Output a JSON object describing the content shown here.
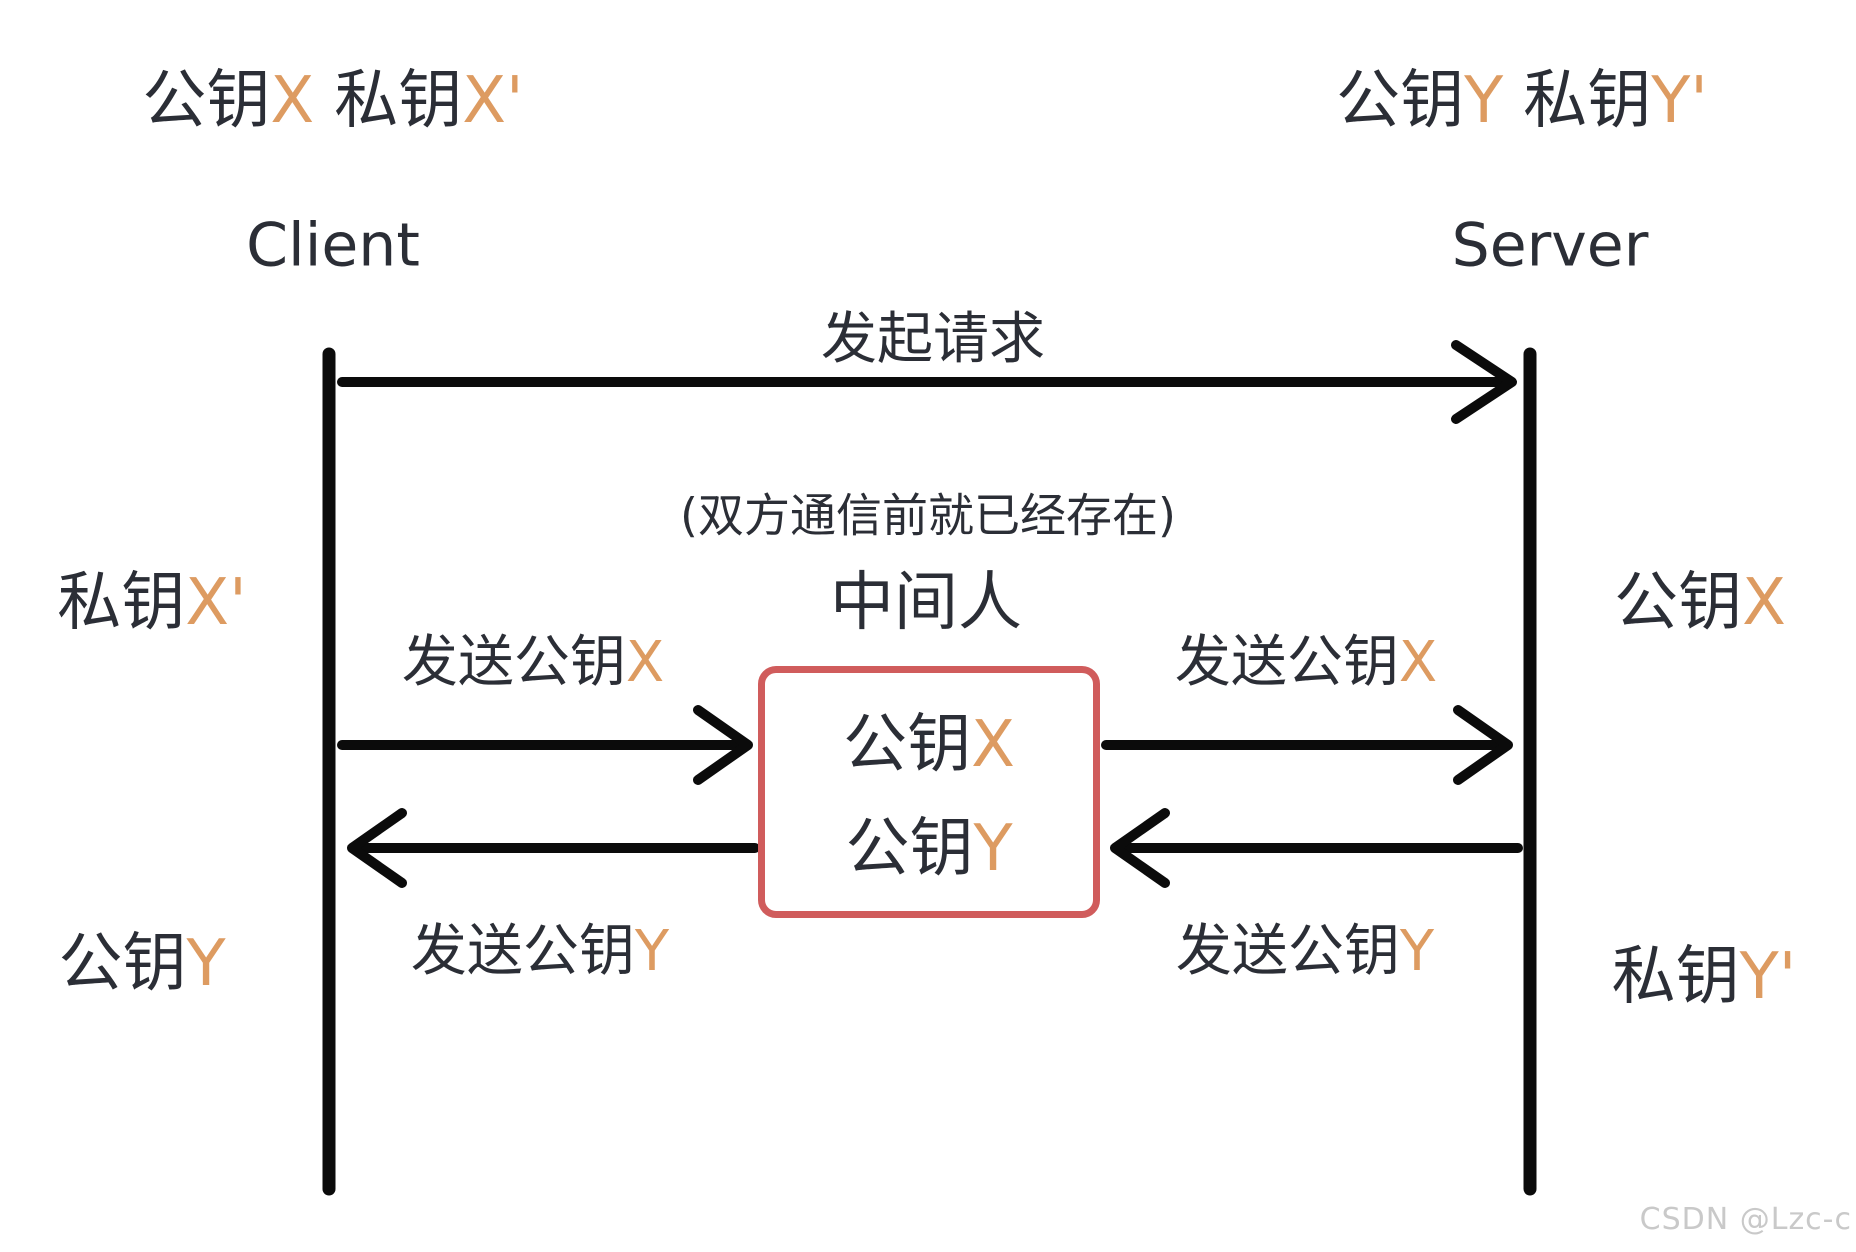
{
  "colors": {
    "text": "#2b2e36",
    "accent_orange": "#dd9b61",
    "box_border_red": "#d05c5c",
    "line_black": "#0b0b0b",
    "watermark_gray": "#c9c9c9"
  },
  "labels": {
    "top_left_keys": {
      "p1": "公钥",
      "k1": "X",
      "p2": "私钥",
      "k2": "X'"
    },
    "top_right_keys": {
      "p1": "公钥",
      "k1": "Y",
      "p2": "私钥",
      "k2": "Y'"
    },
    "client": "Client",
    "server": "Server",
    "request": "发起请求",
    "note": "(双方通信前就已经存在)",
    "mitm_title": "中间人",
    "box_line1": {
      "p": "公钥",
      "k": "X"
    },
    "box_line2": {
      "p": "公钥",
      "k": "Y"
    },
    "send_x_left": {
      "p": "发送公钥",
      "k": "X"
    },
    "send_x_right": {
      "p": "发送公钥",
      "k": "X"
    },
    "send_y_left": {
      "p": "发送公钥",
      "k": "Y"
    },
    "send_y_right": {
      "p": "发送公钥",
      "k": "Y"
    },
    "side_private_x": {
      "p": "私钥",
      "k": "X'"
    },
    "side_public_x": {
      "p": "公钥",
      "k": "X"
    },
    "side_public_y": {
      "p": "公钥",
      "k": "Y"
    },
    "side_private_y": {
      "p": "私钥",
      "k": "Y'"
    },
    "watermark": "CSDN @Lzc-c"
  }
}
